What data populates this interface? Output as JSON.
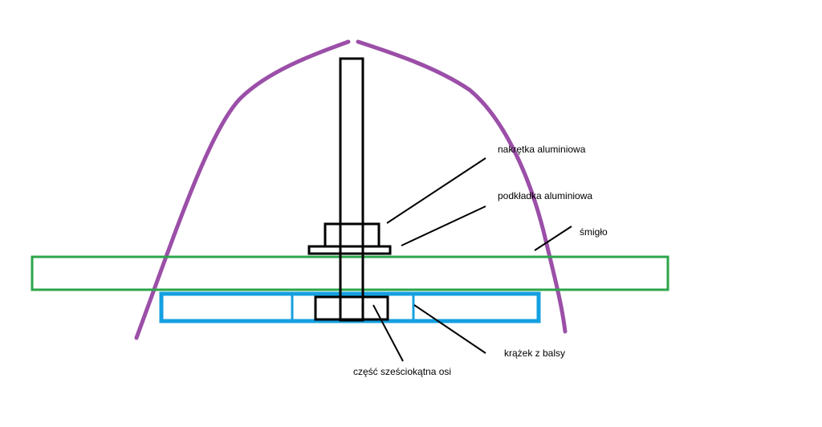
{
  "labels": {
    "nut": "nakrętka aluminiowa",
    "washer": "podkładka aluminiowa",
    "propeller": "śmigło",
    "balsa_disc": "krążek z balsy",
    "hex_shaft": "część sześciokątna osi"
  },
  "colors": {
    "spinner": "#9b4fa8",
    "propeller": "#2ca54a",
    "balsa_disc": "#14a0e0",
    "outline": "#000000"
  }
}
